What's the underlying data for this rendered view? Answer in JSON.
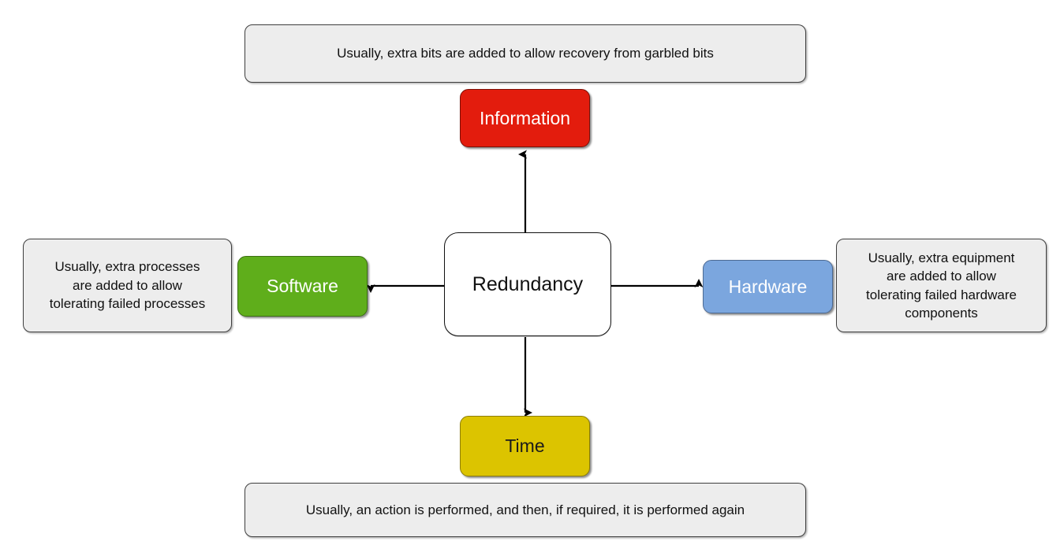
{
  "diagram": {
    "title": "Redundancy",
    "type": "radial-concept-map",
    "background_color": "#ffffff",
    "center": {
      "label": "Redundancy",
      "fill": "#ffffff",
      "text_color": "#111111"
    },
    "branches": [
      {
        "id": "information",
        "label": "Information",
        "direction": "up",
        "fill": "#E31C0D",
        "text_color": "#ffffff",
        "caption": "Usually, extra bits are added to allow recovery from garbled bits"
      },
      {
        "id": "software",
        "label": "Software",
        "direction": "left",
        "fill": "#5FAE1B",
        "text_color": "#ffffff",
        "caption": "Usually, extra  processes\nare added to allow\ntolerating  failed processes"
      },
      {
        "id": "hardware",
        "label": "Hardware",
        "direction": "right",
        "fill": "#7BA6DE",
        "text_color": "#ffffff",
        "caption": "Usually, extra equipment\nare added to allow\ntolerating failed hardware\ncomponents"
      },
      {
        "id": "time",
        "label": "Time",
        "direction": "down",
        "fill": "#DCC400",
        "text_color": "#1b1b1b",
        "caption": "Usually, an action is performed, and then, if required, it is performed again"
      }
    ],
    "caption_box": {
      "fill": "#EDEDED",
      "border_color": "#3f3f3f"
    },
    "arrow_color": "#000000"
  }
}
